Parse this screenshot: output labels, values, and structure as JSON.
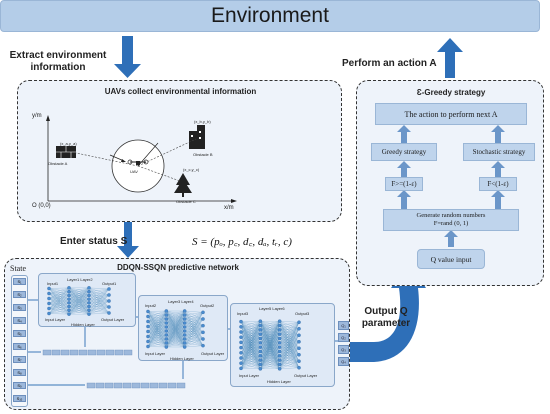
{
  "environment": {
    "title": "Environment"
  },
  "left_top": {
    "extract_label": "Extract environment information",
    "panel_title": "UAVs collect environmental information",
    "axis_y": "y/m",
    "axis_x": "x/m",
    "origin": "O (0,0)",
    "obstacle_a": "Obstacle A",
    "obstacle_b": "Obstacle B",
    "obstacle_c": "Obstacle C",
    "uav": "UAV",
    "coord_a": "(x_a,y_a)",
    "coord_b": "(x_b,y_b)",
    "coord_c": "(x_c,y_c)"
  },
  "status": {
    "enter_label": "Enter status S",
    "formula": "S = (pₒ, p꜀, d꜀, dₐ, tᵣ, c)"
  },
  "network": {
    "title": "DDQN-SSQN predictive network",
    "state_label": "State",
    "state_cells": [
      "S₁",
      "S₂",
      "S₃",
      "S₄",
      "S₅",
      "S₆",
      "S₇",
      "S₈",
      "S₉",
      "S₁₀"
    ],
    "input_layer": "Input Layer",
    "hidden_layer": "Hidden Layer",
    "output_layer": "Output Layer",
    "layer_input1": "Input1",
    "layer_output1": "Output1",
    "layer_input2": "Input2",
    "layer_output2": "Output2",
    "layer_input3": "Input3",
    "layer_output3": "Output3",
    "hidden_pairs": [
      "Layer1 Layer2",
      "Layer3 Layer4",
      "Layer5 Layer6"
    ],
    "q_cells": [
      "Q₁",
      "Q₂",
      "Q₃",
      "Q₄"
    ]
  },
  "output": {
    "label": "Output Q parameter"
  },
  "right": {
    "perform_label": "Perform an action A",
    "panel_title": "Ɛ-Greedy strategy",
    "action_box": "The action to perform next A",
    "greedy_box": "Greedy strategy",
    "stochastic_box": "Stochastic strategy",
    "f_ge": "F>=(1-ɛ)",
    "f_lt": "F<(1-ɛ)",
    "gen_line1": "Generate random numbers",
    "gen_line2": "F=rand (0, 1)",
    "q_input": "Q value input"
  },
  "colors": {
    "arrow": "#2e6fb8",
    "box": "#bfd4ec",
    "panel": "#eef3fa",
    "env_bar": "#b4cde8"
  }
}
